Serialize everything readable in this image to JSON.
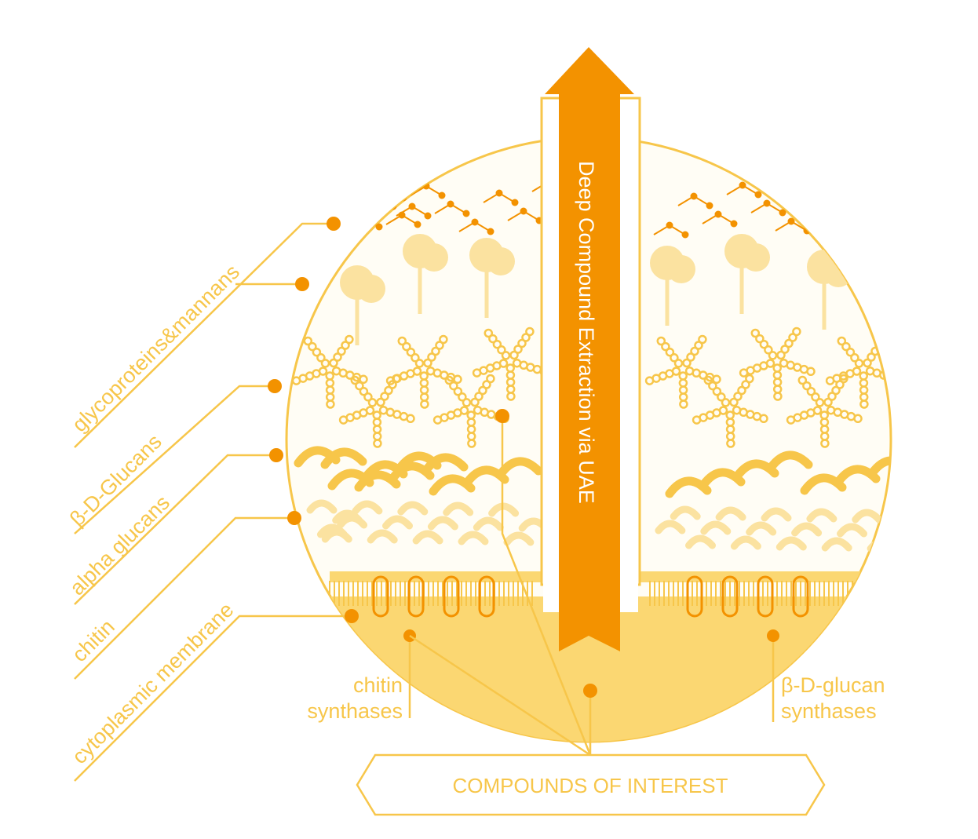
{
  "title_arrow": "Deep Compound Extraction via UAE",
  "layers": [
    {
      "id": "glycoproteins",
      "label": "glycoproteins&mannans"
    },
    {
      "id": "beta",
      "label": "β-D-Glucans"
    },
    {
      "id": "alpha",
      "label": "alpha glucans"
    },
    {
      "id": "chitin",
      "label": "chitin"
    },
    {
      "id": "membrane",
      "label": "cytoplasmic membrane"
    }
  ],
  "enzymes": {
    "chitin_line1": "chitin",
    "chitin_line2": "synthases",
    "glucan_line1": "β-D-glucan",
    "glucan_line2": "synthases"
  },
  "compounds_label": "COMPOUNDS OF INTEREST",
  "colors": {
    "accent": "#f39200",
    "light": "#f7c64a",
    "pale": "#fbe2a0",
    "cytoplasm": "#fbd772"
  }
}
